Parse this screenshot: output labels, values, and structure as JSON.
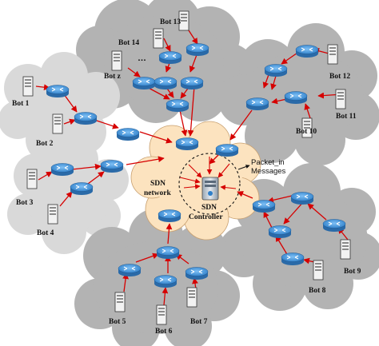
{
  "labels": {
    "bot_1": "Bot 1",
    "bot_2": "Bot 2",
    "bot_3": "Bot 3",
    "bot_4": "Bot 4",
    "bot_5": "Bot 5",
    "bot_6": "Bot 6",
    "bot_7": "Bot 7",
    "bot_8": "Bot 8",
    "bot_9": "Bot 9",
    "bot_10": "Bot 10",
    "bot_11": "Bot 11",
    "bot_12": "Bot 12",
    "bot_13": "Bot 13",
    "bot_14": "Bot 14",
    "bot_z": "Bot z",
    "ellipsis": "…",
    "sdn_network_line1": "SDN",
    "sdn_network_line2": "network",
    "sdn_controller_line1": "SDN",
    "sdn_controller_line2": "Controller",
    "packet_in_line1": "Packet_in",
    "packet_in_line2": "Messages"
  },
  "colors": {
    "gray_cloud": "#b3b3b3",
    "sdn_cloud": "#fce3bf",
    "router": "#3f8fd6",
    "link": "#d60000",
    "bot_host": "#f2f2f2"
  }
}
